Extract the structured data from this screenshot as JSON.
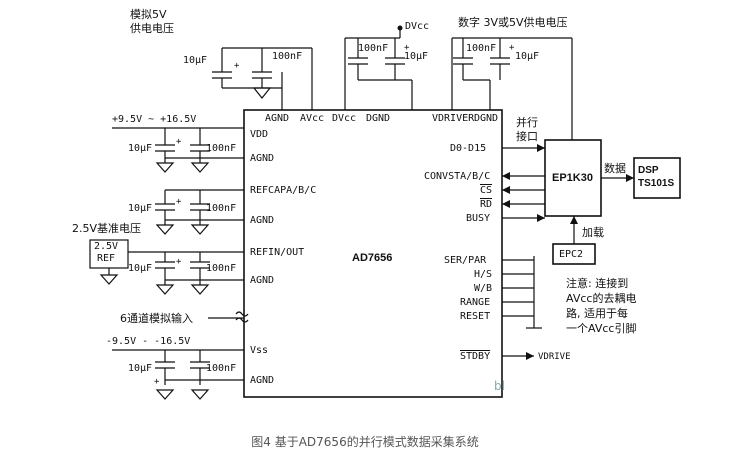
{
  "caption": "图4 基于AD7656的并行模式数据采集系统",
  "chip": {
    "name": "AD7656",
    "top_pins": [
      "AGND",
      "AVcc",
      "DVcc",
      "DGND",
      "VDRIVER",
      "DGND"
    ],
    "left_pins": [
      "VDD",
      "AGND",
      "REFCAPA/B/C",
      "AGND",
      "REFIN/OUT",
      "AGND",
      "Vss",
      "AGND"
    ],
    "right_pins": [
      "D0-D15",
      "CONVSTA/B/C",
      "CS",
      "RD",
      "BUSY",
      "SER/PAR",
      "H/S",
      "W/B",
      "RANGE",
      "RESET",
      "STDBY"
    ]
  },
  "labels": {
    "analog_supply": "模拟5V\n供电电压",
    "dvcc": "DVcc",
    "digital_supply": "数字 3V或5V供电电压",
    "vdd_range": "+9.5V ~ +16.5V",
    "vss_range": "-9.5V - -16.5V",
    "ref_label": "2.5V基准电压",
    "ref_box": "2.5V\nREF",
    "analog_input": "6通道模拟输入",
    "parallel_port": "并行\n接口",
    "data": "数据",
    "load": "加载",
    "vdrive": "VDRIVE",
    "note": "注意: 连接到\nAVcc的去耦电\n路, 适用于每\n一个AVcc引脚",
    "watermark": "bl"
  },
  "caps": {
    "c10u": "10μF",
    "c100n": "100nF",
    "plus": "+"
  },
  "blocks": {
    "fpga": "EP1K30",
    "dsp": "DSP\nTS101S",
    "prom": "EPC2"
  }
}
